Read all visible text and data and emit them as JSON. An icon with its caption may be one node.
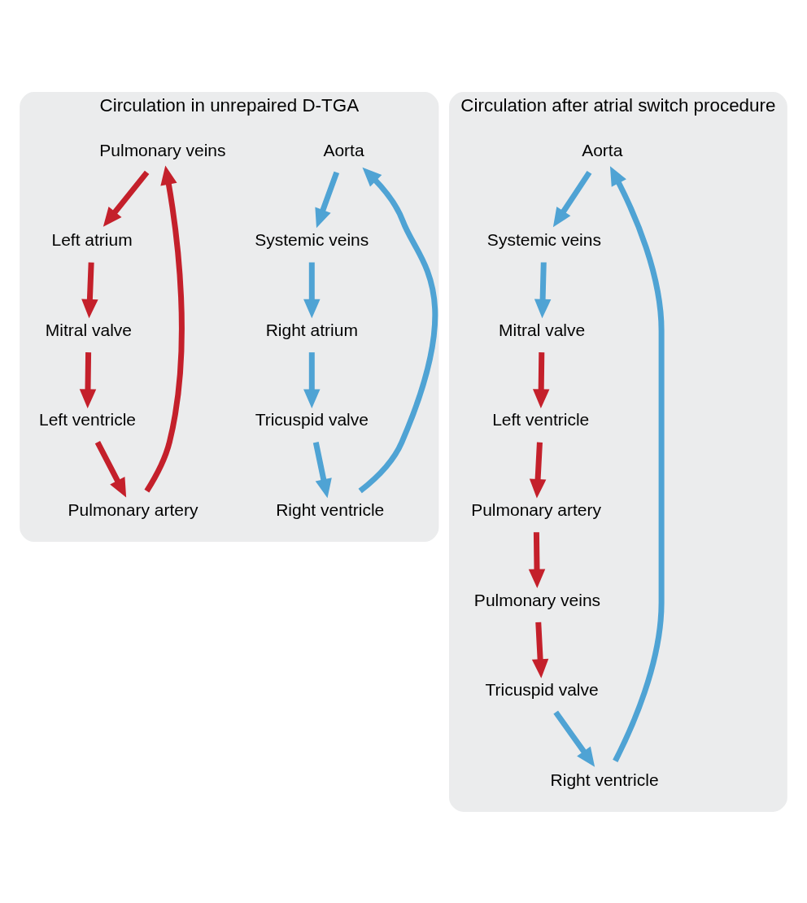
{
  "diagram": {
    "nodes": [
      {
        "text": [
          "Circulation in unrepaired D-TGA"
        ]
      },
      {
        "text": [
          "Aorta"
        ],
        "in": 0
      },
      {
        "text": [
          "Systemic veins"
        ],
        "in": 0
      },
      {
        "text": [
          "Right atrium"
        ],
        "in": 0
      },
      {
        "text": [
          "Tricuspid valve"
        ],
        "in": 0
      },
      {
        "text": [
          "Right ventricle"
        ],
        "in": 0
      },
      {
        "text": [
          "Pulmonary veins"
        ],
        "in": 0
      },
      {
        "text": [
          "Left atrium"
        ],
        "in": 0
      },
      {
        "text": [
          "Mitral valve"
        ],
        "in": 0
      },
      {
        "text": [
          "Left ventricle"
        ],
        "in": 0
      },
      {
        "text": [
          "Pulmonary artery"
        ],
        "in": 0
      },
      {
        "text": [
          "Circulation after atrial switch procedure"
        ]
      },
      {
        "text": [
          "Aorta"
        ],
        "in": 11
      },
      {
        "text": [
          "Systemic veins"
        ],
        "in": 11
      },
      {
        "text": [
          "Tricuspid valve"
        ],
        "in": 11
      },
      {
        "text": [
          "Right ventricle"
        ],
        "in": 11
      },
      {
        "text": [
          "Pulmonary veins"
        ],
        "in": 11
      },
      {
        "text": [
          "Mitral valve"
        ],
        "in": 11
      },
      {
        "text": [
          "Left ventricle"
        ],
        "in": 11
      },
      {
        "text": [
          "Pulmonary artery"
        ],
        "in": 11
      }
    ],
    "edges": [
      {
        "from": 1,
        "to": 2,
        "arrow": "to",
        "color": "#4fa3d4"
      },
      {
        "from": 2,
        "to": 3,
        "arrow": "to",
        "color": "#4fa3d4"
      },
      {
        "from": 3,
        "to": 4,
        "arrow": "to",
        "color": "#4fa3d4"
      },
      {
        "from": 4,
        "to": 5,
        "arrow": "to",
        "color": "#4fa3d4"
      },
      {
        "from": 5,
        "to": 1,
        "arrow": "to",
        "color": "#4fa3d4"
      },
      {
        "from": 10,
        "to": 6,
        "arrow": "to",
        "color": "#c4202b"
      },
      {
        "from": 6,
        "to": 7,
        "arrow": "to",
        "color": "#c4202b"
      },
      {
        "from": 7,
        "to": 8,
        "arrow": "to",
        "color": "#c4202b"
      },
      {
        "from": 8,
        "to": 9,
        "arrow": "to",
        "color": "#c4202b"
      },
      {
        "from": 9,
        "to": 10,
        "arrow": "to",
        "color": "#c4202b"
      },
      {
        "from": 12,
        "to": 13,
        "arrow": "to",
        "color": "#4fa3d4"
      },
      {
        "from": 13,
        "to": 17,
        "arrow": "to",
        "color": "#4fa3d4"
      },
      {
        "from": 17,
        "to": 18,
        "arrow": "to",
        "color": "#c4202b"
      },
      {
        "from": 18,
        "to": 19,
        "arrow": "to",
        "color": "#c4202b"
      },
      {
        "from": 19,
        "to": 16,
        "arrow": "to",
        "color": "#c4202b"
      },
      {
        "from": 16,
        "to": 14,
        "arrow": "to",
        "color": "#c4202b"
      },
      {
        "from": 14,
        "to": 15,
        "arrow": "to",
        "color": "#4fa3d4"
      },
      {
        "from": 15,
        "to": 12,
        "arrow": "to",
        "color": "#4fa3d4"
      }
    ]
  }
}
